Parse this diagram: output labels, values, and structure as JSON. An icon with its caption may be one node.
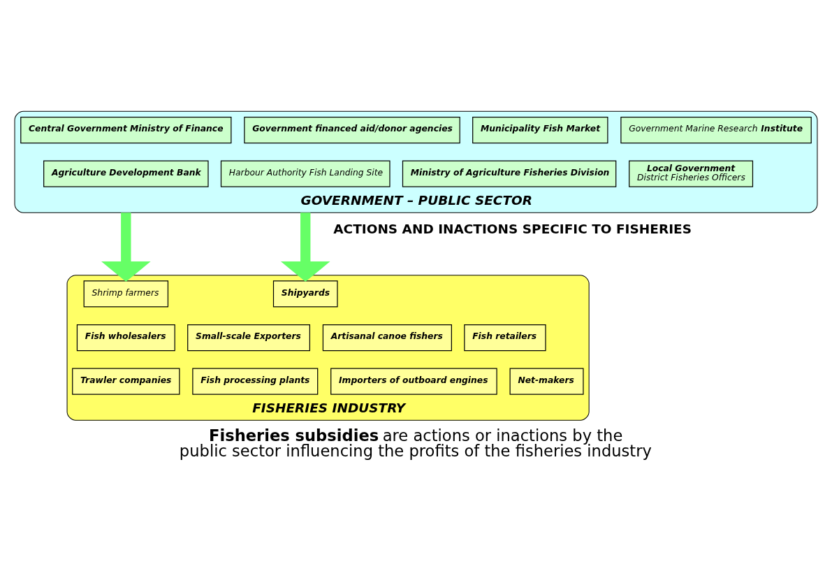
{
  "diagram": {
    "caption": "**Fisheries subsidies** are actions or inactions by the public sector influencing the profits of the fisheries industry",
    "nodes": [
      {
        "text": [
          "GOVERNMENT – PUBLIC SECTOR"
        ]
      },
      {
        "text": [
          "Central Government Ministry of Finance"
        ],
        "in": 0
      },
      {
        "text": [
          "Government financed aid/donor agencies"
        ],
        "in": 0
      },
      {
        "text": [
          "Municipality Fish Market"
        ],
        "in": 0
      },
      {
        "text": [
          "Government Marine Research **Institute**"
        ],
        "in": 0
      },
      {
        "text": [
          "Agriculture Development Bank"
        ],
        "in": 0
      },
      {
        "text": [
          "Ministry of Agriculture Fisheries Division"
        ],
        "in": 0
      },
      {
        "text": [
          "Local Government",
          "District Fisheries Officers"
        ],
        "in": 0
      },
      {
        "text": [
          "Harbour Authority Fish Landing Site"
        ],
        "in": 0
      },
      {
        "text": [
          "FISHERIES INDUSTRY"
        ]
      },
      {
        "text": [
          "Shrimp farmers"
        ],
        "in": 9
      },
      {
        "text": [
          "Shipyards"
        ],
        "in": 9
      },
      {
        "text": [
          "Fish wholesalers"
        ],
        "in": 9
      },
      {
        "text": [
          "Small-scale Exporters"
        ],
        "in": 9
      },
      {
        "text": [
          "Artisanal canoe fishers"
        ],
        "in": 9
      },
      {
        "text": [
          "Fish retailers"
        ],
        "in": 9
      },
      {
        "text": [
          "Trawler companies"
        ],
        "in": 9
      },
      {
        "text": [
          "Fish processing plants"
        ],
        "in": 9
      },
      {
        "text": [
          "Importers of outboard engines"
        ],
        "in": 9
      },
      {
        "text": [
          "Net-makers"
        ],
        "in": 9
      }
    ],
    "edges": [
      {
        "from": 0,
        "to": 9,
        "arrow": "to"
      },
      {
        "from": 0,
        "to": 9,
        "arrow": "to"
      }
    ],
    "labels": [
      "ACTIONS AND INACTIONS SPECIFIC TO FISHERIES"
    ]
  }
}
